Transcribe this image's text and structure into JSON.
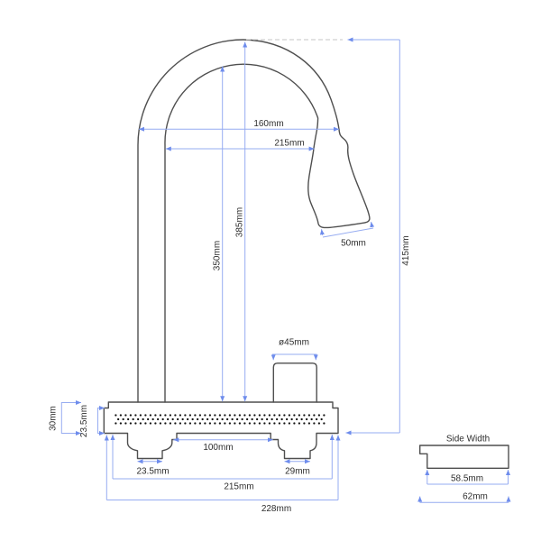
{
  "drawing": {
    "subject": "Kitchen faucet technical dimension diagram",
    "front_view": {
      "spout": {
        "reach_outer": "160mm",
        "reach_inner": "215mm",
        "height_inner": "350mm",
        "height_outer": "385mm",
        "overall_height": "415mm",
        "spray_head_face": "50mm"
      },
      "holder": {
        "diameter": "ø45mm"
      },
      "deck": {
        "height": "30mm",
        "lip_height": "23.5mm",
        "shank_spacing": "100mm",
        "left_shank_width": "23.5mm",
        "right_shank_width": "29mm",
        "width": "215mm",
        "overall_width": "228mm"
      }
    },
    "side_view": {
      "title": "Side Width",
      "inner_width": "58.5mm",
      "overall_width": "62mm"
    }
  },
  "colors": {
    "background": "#ffffff",
    "outline": "#4f4f4f",
    "dimension_line": "#96acf1",
    "arrow": "#6e8cec",
    "dashed_reference": "#c6c6c6",
    "text": "#2e2e2e",
    "perforation": "#111111"
  }
}
